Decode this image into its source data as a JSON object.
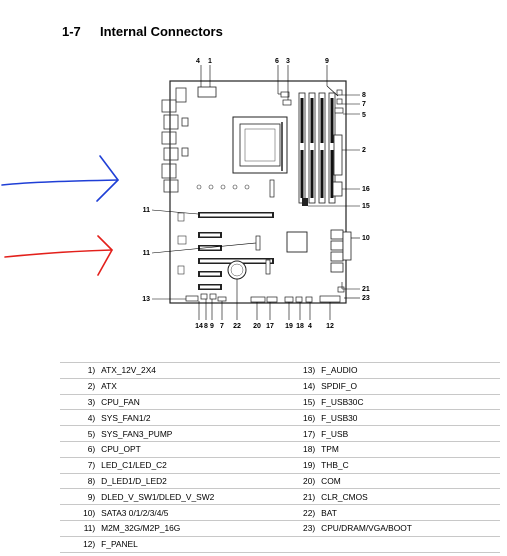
{
  "title": {
    "number": "1-7",
    "text": "Internal Connectors"
  },
  "callouts": {
    "top": [
      "4",
      "1",
      "6",
      "3",
      "9"
    ],
    "right": [
      "8",
      "7",
      "5",
      "2",
      "16",
      "15",
      "10",
      "21",
      "23"
    ],
    "left": [
      "11",
      "11",
      "13"
    ],
    "bottom": [
      "14",
      "8",
      "9",
      "7",
      "22",
      "20",
      "17",
      "19",
      "18",
      "4",
      "12"
    ]
  },
  "annotation_arrows": [
    {
      "color": "#1f3fd6"
    },
    {
      "color": "#e3201b"
    }
  ],
  "table": {
    "left": [
      {
        "n": "1)",
        "label": "ATX_12V_2X4"
      },
      {
        "n": "2)",
        "label": "ATX"
      },
      {
        "n": "3)",
        "label": "CPU_FAN"
      },
      {
        "n": "4)",
        "label": "SYS_FAN1/2"
      },
      {
        "n": "5)",
        "label": "SYS_FAN3_PUMP"
      },
      {
        "n": "6)",
        "label": "CPU_OPT"
      },
      {
        "n": "7)",
        "label": "LED_C1/LED_C2"
      },
      {
        "n": "8)",
        "label": "D_LED1/D_LED2"
      },
      {
        "n": "9)",
        "label": "DLED_V_SW1/DLED_V_SW2"
      },
      {
        "n": "10)",
        "label": "SATA3 0/1/2/3/4/5"
      },
      {
        "n": "11)",
        "label": "M2M_32G/M2P_16G"
      },
      {
        "n": "12)",
        "label": "F_PANEL"
      }
    ],
    "right": [
      {
        "n": "13)",
        "label": "F_AUDIO"
      },
      {
        "n": "14)",
        "label": "SPDIF_O"
      },
      {
        "n": "15)",
        "label": "F_USB30C"
      },
      {
        "n": "16)",
        "label": "F_USB30"
      },
      {
        "n": "17)",
        "label": "F_USB"
      },
      {
        "n": "18)",
        "label": "TPM"
      },
      {
        "n": "19)",
        "label": "THB_C"
      },
      {
        "n": "20)",
        "label": "COM"
      },
      {
        "n": "21)",
        "label": "CLR_CMOS"
      },
      {
        "n": "22)",
        "label": "BAT"
      },
      {
        "n": "23)",
        "label": "CPU/DRAM/VGA/BOOT"
      },
      {
        "n": "",
        "label": ""
      }
    ]
  }
}
